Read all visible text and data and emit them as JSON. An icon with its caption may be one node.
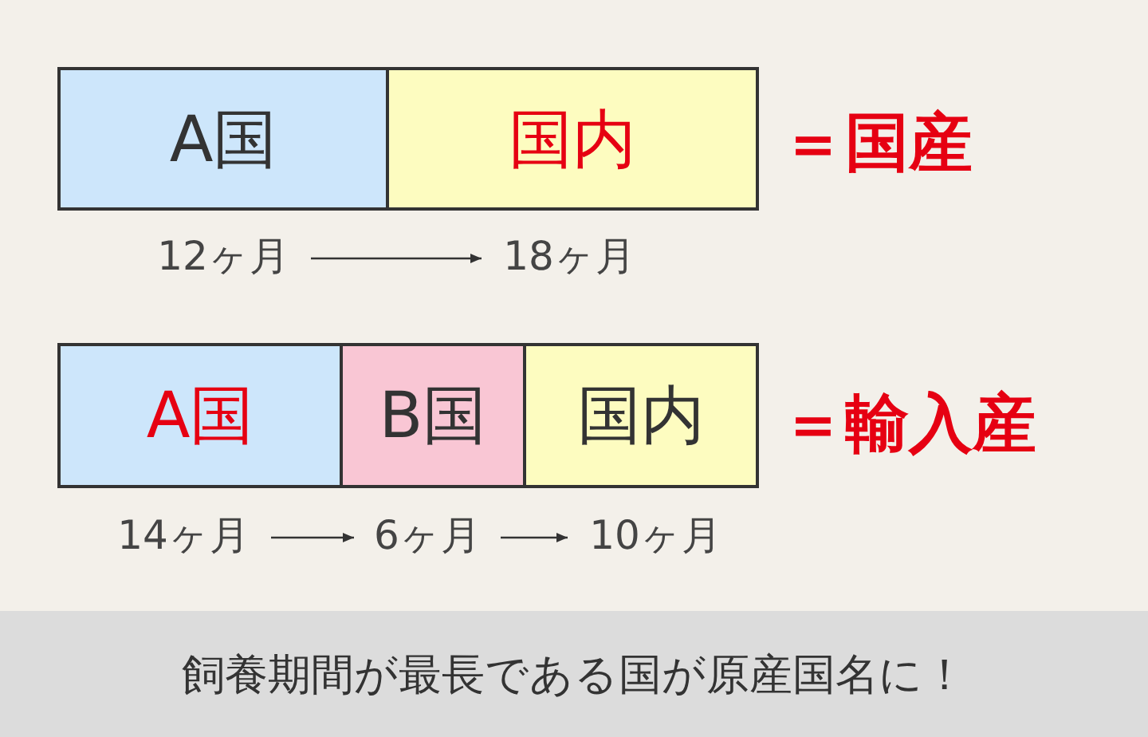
{
  "diagram": {
    "nodes": [
      {
        "text": [
          "A国"
        ]
      },
      {
        "text": [
          "国内"
        ]
      },
      {
        "text": [
          "12ヶ月"
        ]
      },
      {
        "text": [
          "18ヶ月"
        ]
      },
      {
        "text": [
          "A国"
        ]
      },
      {
        "text": [
          "B国"
        ]
      },
      {
        "text": [
          "国内"
        ]
      },
      {
        "text": [
          "14ヶ月"
        ]
      },
      {
        "text": [
          "6ヶ月"
        ]
      },
      {
        "text": [
          "10ヶ月"
        ]
      },
      {
        "text": [
          "飼養期間が最長である国が原産国名に！"
        ]
      }
    ],
    "edges": [
      {
        "from": 2,
        "to": 3,
        "arrow": "to"
      },
      {
        "from": 7,
        "to": 8,
        "arrow": "to"
      },
      {
        "from": 8,
        "to": 9,
        "arrow": "to"
      }
    ],
    "labels": [
      "＝国産",
      "＝輸入産"
    ]
  }
}
